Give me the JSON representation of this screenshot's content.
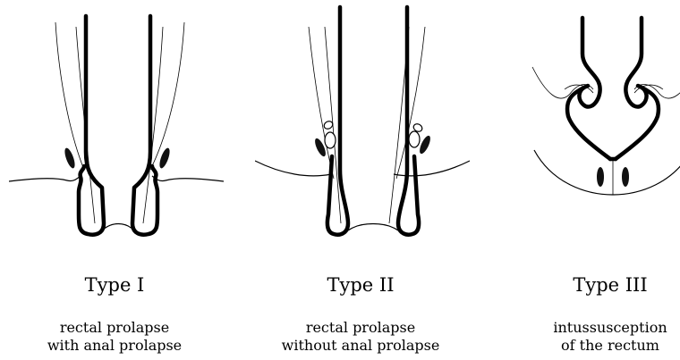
{
  "panels": [
    {
      "label": "Type I",
      "desc_line1": "rectal prolapse",
      "desc_line2": "with anal prolapse"
    },
    {
      "label": "Type II",
      "desc_line1": "rectal prolapse",
      "desc_line2": "without anal prolapse"
    },
    {
      "label": "Type III",
      "desc_line1": "intussusception",
      "desc_line2": "of the rectum"
    }
  ]
}
